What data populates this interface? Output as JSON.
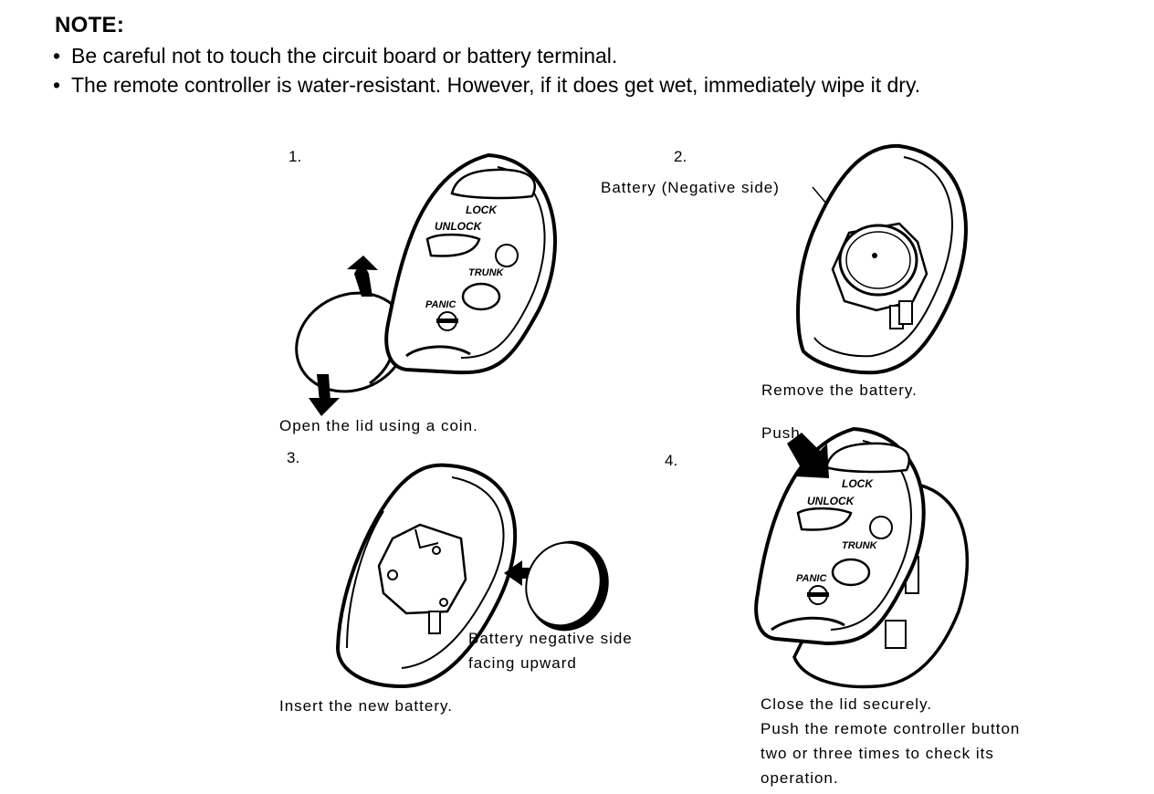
{
  "note": {
    "title": "NOTE:",
    "bullet_symbol": "•",
    "items": [
      "Be careful not to touch the circuit board or battery terminal.",
      "The remote controller is water-resistant. However, if it does get wet, immediately wipe it dry."
    ]
  },
  "steps": [
    {
      "number": "1.",
      "captions": [
        "Open the lid using a coin."
      ]
    },
    {
      "number": "2.",
      "label": "Battery (Negative side)",
      "captions": [
        "Remove the battery."
      ]
    },
    {
      "number": "3.",
      "label_lines": [
        "Battery negative side",
        "facing upward"
      ],
      "captions": [
        "Insert the new battery."
      ]
    },
    {
      "number": "4.",
      "label": "Push",
      "captions": [
        "Close the lid securely.",
        "Push the remote controller button",
        "two or three times to check its",
        "operation."
      ]
    }
  ],
  "remote_buttons": {
    "lock": "LOCK",
    "unlock": "UNLOCK",
    "trunk": "TRUNK",
    "panic": "PANIC"
  }
}
